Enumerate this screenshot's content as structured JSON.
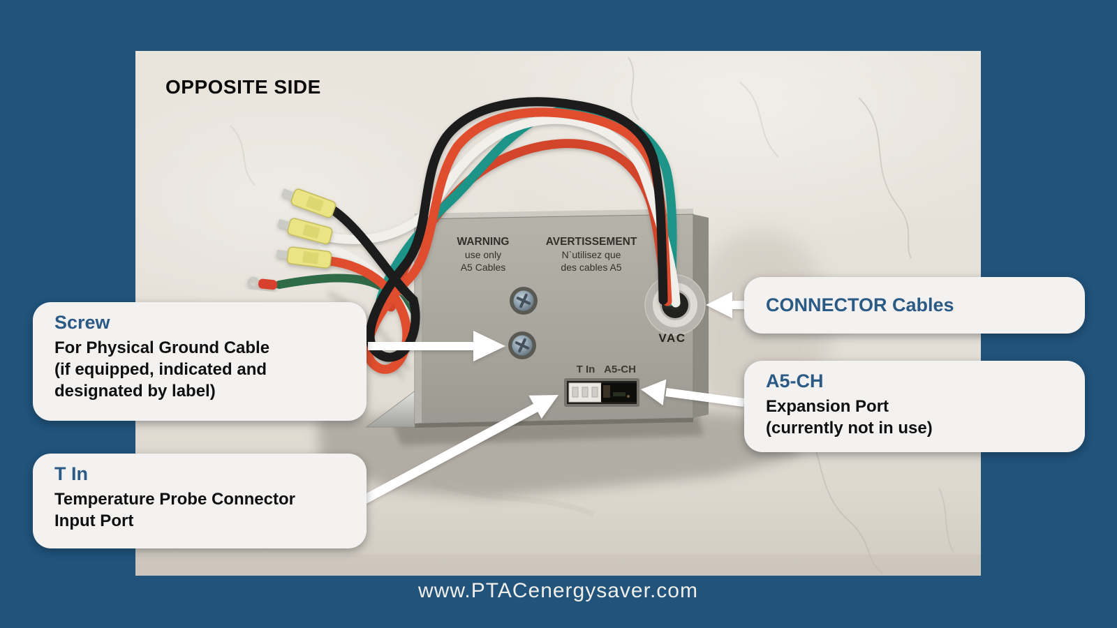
{
  "page_title": "OPPOSITE SIDE",
  "footer": {
    "url": "www.PTACenergysaver.com"
  },
  "device": {
    "warning": {
      "title": "WARNING",
      "line1": "use only",
      "line2": "A5 Cables"
    },
    "avertissement": {
      "title": "AVERTISSEMENT",
      "line1": "N`utilisez que",
      "line2": "des cables A5"
    },
    "vac_label": "VAC",
    "t_in_label": "T In",
    "a5_ch_label": "A5-CH"
  },
  "callouts": {
    "screw": {
      "title": "Screw",
      "lines": [
        "For Physical Ground Cable",
        "(if equipped, indicated and",
        "designated by label)"
      ]
    },
    "t_in": {
      "title": "T In",
      "lines": [
        "Temperature Probe Connector",
        "Input Port"
      ]
    },
    "connector_cables": {
      "title": "CONNECTOR Cables"
    },
    "a5_ch": {
      "title": "A5-CH",
      "lines": [
        "Expansion Port",
        "(currently not in use)"
      ]
    }
  },
  "colors": {
    "frame_blue": "#21537B",
    "callout_bg": "#F3F2F0",
    "callout_title_blue": "#2B5A85",
    "body_text": "#101010",
    "arrow_white": "#FFFFFF",
    "marble": "#E5E0D8",
    "device_gray": "#A8A69D",
    "wire_black": "#1C1C1C",
    "wire_red": "#E04E2E",
    "wire_teal": "#1A9488",
    "wire_white": "#F1EFEA",
    "wire_green": "#2E6B46",
    "connector_yellow": "#EAE485"
  }
}
